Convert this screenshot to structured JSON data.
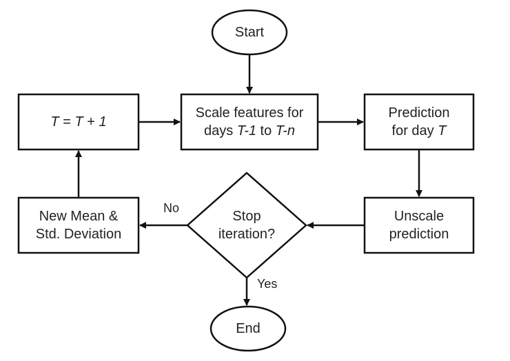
{
  "nodes": {
    "start": "Start",
    "end": "End",
    "increment": {
      "parts": [
        {
          "t": "T",
          "i": true
        },
        {
          "t": " = ",
          "i": false
        },
        {
          "t": "T",
          "i": true
        },
        {
          "t": " + ",
          "i": false
        },
        {
          "t": "1",
          "i": true
        }
      ]
    },
    "scale": {
      "line1": "Scale features for",
      "line2": [
        {
          "t": "days ",
          "i": false
        },
        {
          "t": "T-1",
          "i": true
        },
        {
          "t": " to ",
          "i": false
        },
        {
          "t": "T-n",
          "i": true
        }
      ]
    },
    "predict": {
      "line1": "Prediction",
      "line2": [
        {
          "t": "for day ",
          "i": false
        },
        {
          "t": "T",
          "i": true
        }
      ]
    },
    "unscale": {
      "line1": "Unscale",
      "line2": "prediction"
    },
    "decision": {
      "line1": "Stop",
      "line2": "iteration?"
    },
    "new_stats": {
      "line1": "New Mean &",
      "line2": "Std. Deviation"
    }
  },
  "edges": {
    "no_label": "No",
    "yes_label": "Yes"
  }
}
